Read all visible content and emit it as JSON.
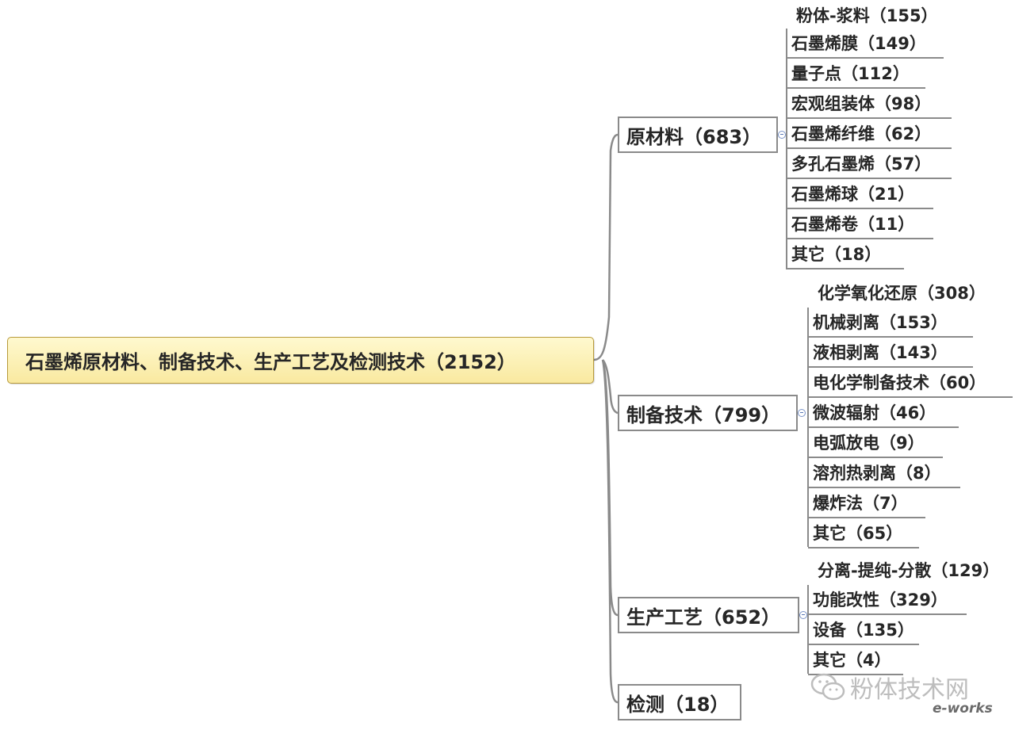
{
  "root": {
    "label": "石墨烯原材料、制备技术、生产工艺及检测技术（2152）"
  },
  "branches": [
    {
      "label": "原材料（683）",
      "children": [
        "粉体-浆料（155）",
        "石墨烯膜（149）",
        "量子点（112）",
        "宏观组装体（98）",
        "石墨烯纤维（62）",
        "多孔石墨烯（57）",
        "石墨烯球（21）",
        "石墨烯卷（11）",
        "其它（18）"
      ]
    },
    {
      "label": "制备技术（799）",
      "children": [
        "化学氧化还原（308）",
        "机械剥离（153）",
        "液相剥离（143）",
        "电化学制备技术（60）",
        "微波辐射（46）",
        "电弧放电（9）",
        "溶剂热剥离（8）",
        "爆炸法（7）",
        "其它（65）"
      ]
    },
    {
      "label": "生产工艺（652）",
      "children": [
        "分离-提纯-分散（129）",
        "功能改性（329）",
        "设备（135）",
        "其它（4）"
      ]
    },
    {
      "label": "检测（18）",
      "children": []
    }
  ],
  "watermark": {
    "text": "粉体技术网",
    "icon": "wechat-icon"
  },
  "brand": {
    "text": "e-works"
  },
  "colors": {
    "root_fill": "#fbecaa",
    "root_border": "#b79a3a",
    "line": "#8a8a8a",
    "expander": "#7c95c9"
  }
}
